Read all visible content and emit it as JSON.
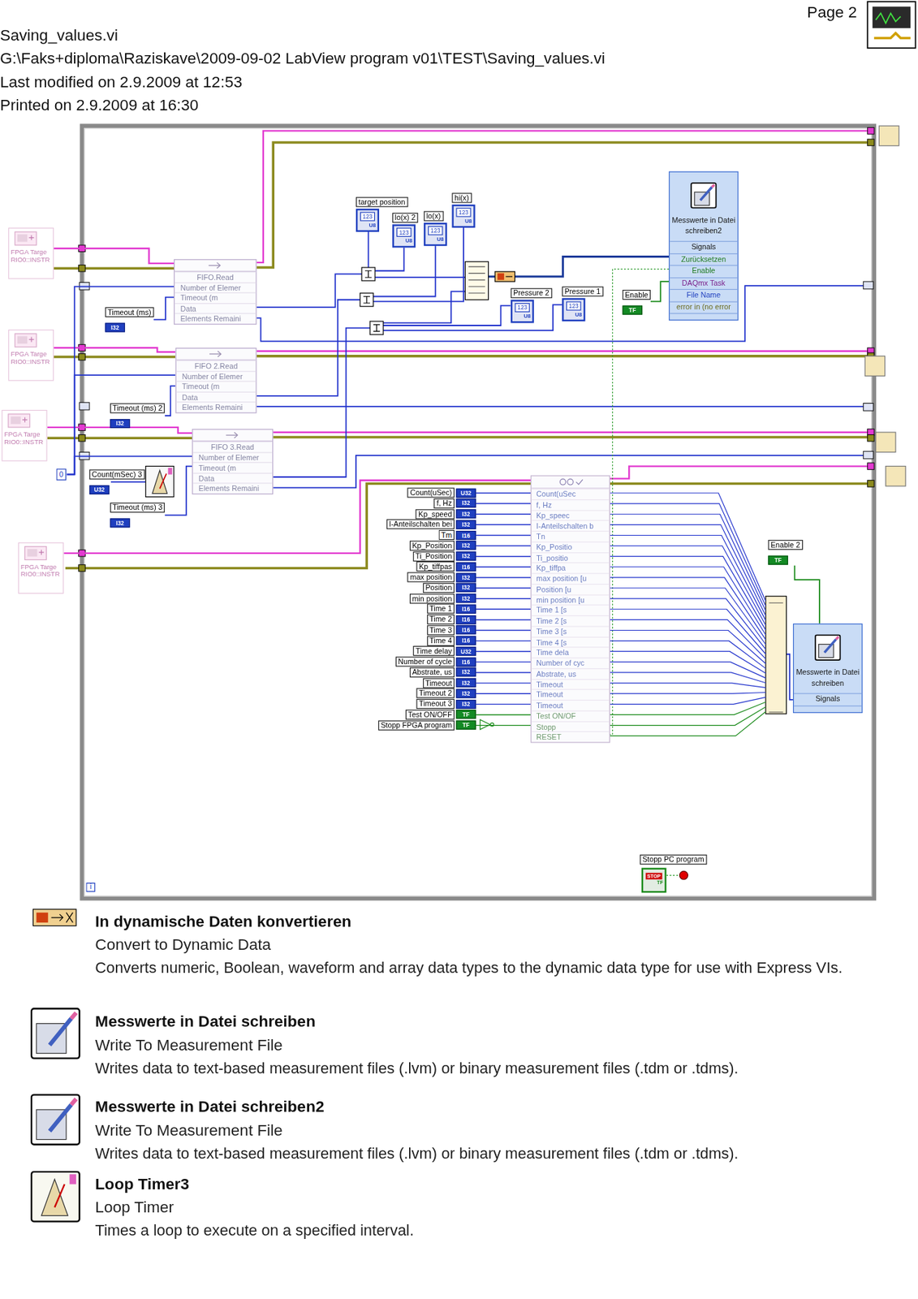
{
  "diagram": {
    "title": "Saving_values.vi",
    "nodes": [
      {
        "text": [
          "FPGA Targe RIO0::INSTR"
        ]
      },
      {
        "text": [
          "FPGA Targe RIO0::INSTR"
        ]
      },
      {
        "text": [
          "FPGA Targe RIO0::INSTR"
        ]
      },
      {
        "text": [
          "FPGA Targe RIO0::INSTR"
        ]
      },
      {
        "text": [
          "FIFO.Read",
          "Number of Elemer",
          "Timeout (m",
          "Data",
          "Elements Remaini"
        ]
      },
      {
        "text": [
          "FIFO 2.Read",
          "Number of Elemer",
          "Timeout (m",
          "Data",
          "Elements Remaini"
        ]
      },
      {
        "text": [
          "FIFO 3.Read",
          "Number of Elemer",
          "Timeout (m",
          "Data",
          "Elements Remaini"
        ]
      },
      {
        "text": [
          "Timeout (ms)",
          "I32"
        ]
      },
      {
        "text": [
          "Timeout (ms) 2",
          "I32"
        ]
      },
      {
        "text": [
          "Count(mSec) 3",
          "U32"
        ]
      },
      {
        "text": [
          "Timeout (ms) 3",
          "I32"
        ]
      },
      {
        "text": [
          "0"
        ]
      },
      {
        "text": [
          "target position",
          "123",
          "U8"
        ]
      },
      {
        "text": [
          "lo(x) 2",
          "123",
          "U8"
        ]
      },
      {
        "text": [
          "lo(x)",
          "123",
          "U8"
        ]
      },
      {
        "text": [
          "hi(x)",
          "123",
          "U8"
        ]
      },
      {
        "text": [
          "Pressure 2",
          "123",
          "U8"
        ]
      },
      {
        "text": [
          "Pressure 1",
          "123",
          "U8"
        ]
      },
      {
        "text": [
          "Messwerte in Datei schreiben2",
          "Signals",
          "Zurücksetzen",
          "Enable",
          "DAQmx Task",
          "File Name",
          "error in (no error"
        ]
      },
      {
        "text": [
          "Enable",
          "TF"
        ]
      },
      {
        "text": [
          "Enable 2",
          "TF"
        ]
      },
      {
        "text": [
          "Messwerte in Datei schreiben",
          "Signals"
        ]
      },
      {
        "text": [
          "Count(uSec",
          "f, Hz",
          "Kp_speec",
          "I-Anteilschalten b",
          "Tn",
          "Kp_Positio",
          "Ti_positio",
          "Kp_tiffpa",
          "max position [u",
          "Position [u",
          "min position [u",
          "Time 1 [s",
          "Time 2 [s",
          "Time 3 [s",
          "Time 4 [s",
          "Time dela",
          "Number of cyc",
          "Abstrate, us",
          "Timeout",
          "Timeout",
          "Timeout",
          "Test ON/OF",
          "Stopp",
          "RESET"
        ]
      },
      {
        "text": [
          "Count(uSec)",
          "U32"
        ]
      },
      {
        "text": [
          "f, Hz",
          "I32"
        ]
      },
      {
        "text": [
          "Kp_speed",
          "I32"
        ]
      },
      {
        "text": [
          "I-Anteilschalten bei",
          "I32"
        ]
      },
      {
        "text": [
          "Tm",
          "I16"
        ]
      },
      {
        "text": [
          "Kp_Position",
          "I32"
        ]
      },
      {
        "text": [
          "Ti_Position",
          "I32"
        ]
      },
      {
        "text": [
          "Kp_tiffpas",
          "I16"
        ]
      },
      {
        "text": [
          "max position",
          "I32"
        ]
      },
      {
        "text": [
          "Position",
          "I32"
        ]
      },
      {
        "text": [
          "min position",
          "I32"
        ]
      },
      {
        "text": [
          "Time 1",
          "I16"
        ]
      },
      {
        "text": [
          "Time 2",
          "I16"
        ]
      },
      {
        "text": [
          "Time 3",
          "I16"
        ]
      },
      {
        "text": [
          "Time 4",
          "I16"
        ]
      },
      {
        "text": [
          "Time delay",
          "U32"
        ]
      },
      {
        "text": [
          "Number of cycle",
          "I16"
        ]
      },
      {
        "text": [
          "Abstrate, us",
          "I32"
        ]
      },
      {
        "text": [
          "Timeout",
          "I32"
        ]
      },
      {
        "text": [
          "Timeout 2",
          "I32"
        ]
      },
      {
        "text": [
          "Timeout 3",
          "I32"
        ]
      },
      {
        "text": [
          "Test ON/OFF",
          "TF"
        ]
      },
      {
        "text": [
          "Stopp FPGA program",
          "TF"
        ]
      },
      {
        "text": [
          "Stopp PC program",
          "STOP",
          "TF"
        ]
      }
    ],
    "edges": [
      {
        "from": 0,
        "to": 4,
        "arrow": "none"
      },
      {
        "from": 1,
        "to": 5,
        "arrow": "none"
      },
      {
        "from": 2,
        "to": 6,
        "arrow": "none"
      },
      {
        "from": 3,
        "to": 22,
        "arrow": "none"
      },
      {
        "from": 7,
        "to": 4,
        "arrow": "none"
      },
      {
        "from": 8,
        "to": 5,
        "arrow": "none"
      },
      {
        "from": 10,
        "to": 6,
        "arrow": "none"
      },
      {
        "from": 11,
        "to": 4,
        "arrow": "none"
      },
      {
        "from": 11,
        "to": 5,
        "arrow": "none"
      },
      {
        "from": 11,
        "to": 6,
        "arrow": "none"
      },
      {
        "from": 19,
        "to": 18,
        "arrow": "none"
      },
      {
        "from": 20,
        "to": 21,
        "arrow": "none"
      },
      {
        "from": 23,
        "to": 22,
        "arrow": "none"
      },
      {
        "from": 24,
        "to": 22,
        "arrow": "none"
      },
      {
        "from": 25,
        "to": 22,
        "arrow": "none"
      },
      {
        "from": 26,
        "to": 22,
        "arrow": "none"
      },
      {
        "from": 27,
        "to": 22,
        "arrow": "none"
      },
      {
        "from": 28,
        "to": 22,
        "arrow": "none"
      },
      {
        "from": 29,
        "to": 22,
        "arrow": "none"
      },
      {
        "from": 30,
        "to": 22,
        "arrow": "none"
      },
      {
        "from": 31,
        "to": 22,
        "arrow": "none"
      },
      {
        "from": 32,
        "to": 22,
        "arrow": "none"
      },
      {
        "from": 33,
        "to": 22,
        "arrow": "none"
      },
      {
        "from": 34,
        "to": 22,
        "arrow": "none"
      },
      {
        "from": 35,
        "to": 22,
        "arrow": "none"
      },
      {
        "from": 36,
        "to": 22,
        "arrow": "none"
      },
      {
        "from": 37,
        "to": 22,
        "arrow": "none"
      },
      {
        "from": 38,
        "to": 22,
        "arrow": "none"
      },
      {
        "from": 39,
        "to": 22,
        "arrow": "none"
      },
      {
        "from": 40,
        "to": 22,
        "arrow": "none"
      },
      {
        "from": 41,
        "to": 22,
        "arrow": "none"
      },
      {
        "from": 42,
        "to": 22,
        "arrow": "none"
      },
      {
        "from": 43,
        "to": 22,
        "arrow": "none"
      },
      {
        "from": 44,
        "to": 22,
        "arrow": "none"
      },
      {
        "from": 45,
        "to": 22,
        "arrow": "none"
      }
    ],
    "labels": [
      "G:\\Faks+diploma\\Raziskave\\2009-09-02 LabView program v01\\TEST\\Saving_values.vi",
      "Last modified on 2.9.2009 at 12:53",
      "Printed on 2.9.2009 at 16:30",
      "Page 2",
      "i",
      "Convert to Dynamic Data",
      "Converts numeric, Boolean, waveform and array data types to the dynamic data type for use with Express VIs.",
      "Write To Measurement File",
      "Writes data to text-based measurement files (.lvm) or binary measurement files (.tdm or .tdms).",
      "Write To Measurement File",
      "Writes data to text-based measurement files (.lvm) or binary measurement files (.tdm or .tdms).",
      "Loop Timer",
      "Times a loop to execute on a specified interval."
    ],
    "legend": [
      {
        "text": "In dynamische Daten konvertieren"
      },
      {
        "text": "Messwerte in Datei schreiben"
      },
      {
        "text": "Messwerte in Datei schreiben2"
      },
      {
        "text": "Loop Timer3"
      }
    ]
  }
}
